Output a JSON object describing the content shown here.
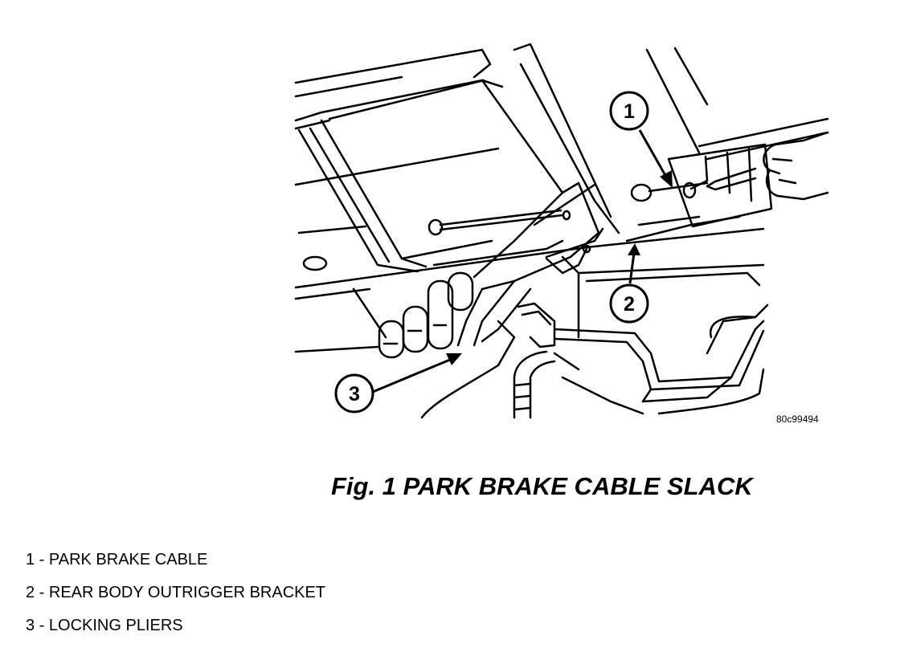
{
  "figure": {
    "title": "Fig. 1 PARK BRAKE CABLE SLACK",
    "image_code": "80c99494"
  },
  "callouts": [
    "1",
    "2",
    "3"
  ],
  "legend": [
    {
      "number": "1",
      "text": "1 - PARK BRAKE CABLE"
    },
    {
      "number": "2",
      "text": "2 - REAR BODY OUTRIGGER BRACKET"
    },
    {
      "number": "3",
      "text": "3 - LOCKING PLIERS"
    }
  ]
}
